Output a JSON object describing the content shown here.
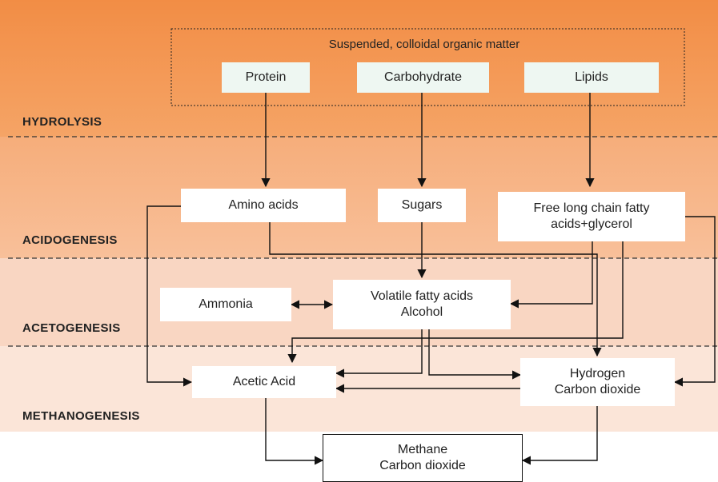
{
  "stages": {
    "hydrolysis": "HYDROLYSIS",
    "acidogenesis": "ACIDOGENESIS",
    "acetogenesis": "ACETOGENESIS",
    "methanogenesis": "METHANOGENESIS"
  },
  "nodes": {
    "organic_matter": "Suspended, colloidal organic matter",
    "protein": "Protein",
    "carbohydrate": "Carbohydrate",
    "lipids": "Lipids",
    "amino_acids": "Amino acids",
    "sugars": "Sugars",
    "fatty_acids_line1": "Free long chain fatty",
    "fatty_acids_line2": "acids+glycerol",
    "ammonia": "Ammonia",
    "vfa_line1": "Volatile fatty acids",
    "vfa_line2": "Alcohol",
    "acetic_acid": "Acetic Acid",
    "hydrogen_line1": "Hydrogen",
    "hydrogen_line2": "Carbon dioxide",
    "methane_line1": "Methane",
    "methane_line2": "Carbon dioxide"
  },
  "colors": {
    "hydrolysis_band": "#f39a57",
    "acidogenesis_band": "#f7b98c",
    "acetogenesis_band": "#f9d2bc",
    "methanogenesis_band": "#fae3d5",
    "arrow": "#111111"
  }
}
